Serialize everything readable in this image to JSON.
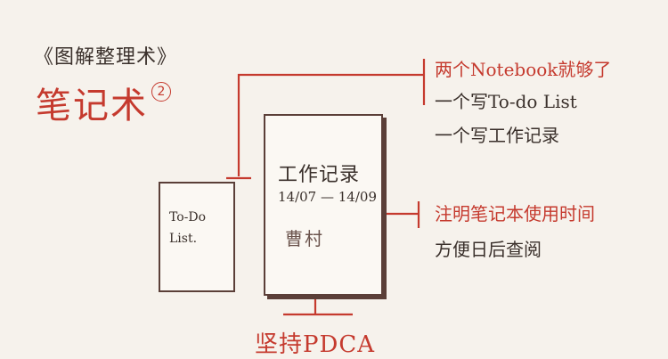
{
  "header": {
    "subtitle": "《图解整理术》",
    "title": "笔记术",
    "number": "2"
  },
  "notes_top": [
    "两个Notebook就够了",
    "一个写To-do List",
    "一个写工作记录"
  ],
  "notes_middle": [
    "注明笔记本使用时间",
    "方便日后查阅"
  ],
  "small_notebook": {
    "label": "To-Do\nList."
  },
  "big_notebook": {
    "title": "工作记录",
    "dates": "14/07 — 14/09",
    "seal": "曹村"
  },
  "bottom_note": "坚持PDCA",
  "colors": {
    "ink_dark": "#3a302b",
    "ink_red": "#c53a2e",
    "notebook_border": "#5b3f38",
    "paper": "#f6f2ec"
  }
}
